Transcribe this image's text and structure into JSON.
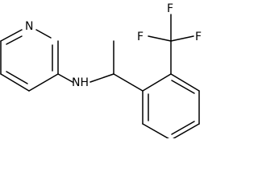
{
  "molecule": {
    "atoms": {
      "pyridine_n": "N",
      "amine_nh": "NH",
      "f_top": "F",
      "f_left": "F",
      "f_right": "F"
    }
  }
}
